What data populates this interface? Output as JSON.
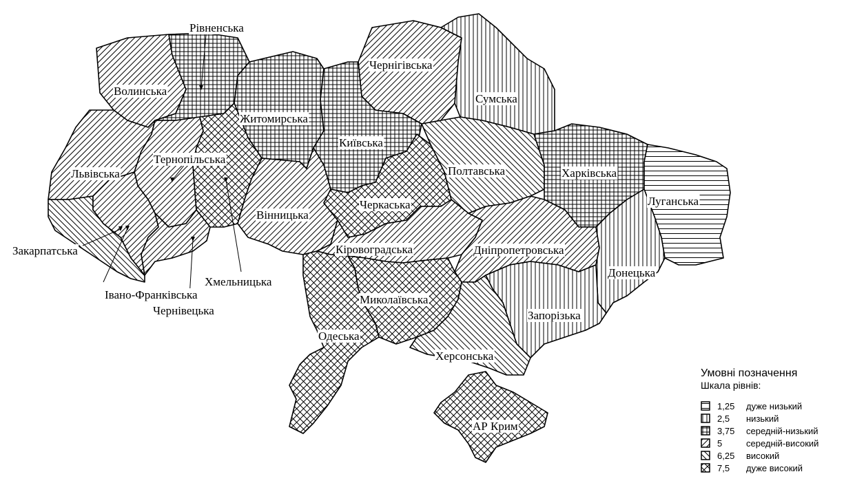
{
  "map": {
    "regions": [
      {
        "name": "Волинська",
        "level": 5
      },
      {
        "name": "Рівненська",
        "level": 3.75
      },
      {
        "name": "Житомирська",
        "level": 3.75
      },
      {
        "name": "Чернігівська",
        "level": 5
      },
      {
        "name": "Сумська",
        "level": 2.5
      },
      {
        "name": "Київська",
        "level": 3.75
      },
      {
        "name": "Львівська",
        "level": 5
      },
      {
        "name": "Тернопільська",
        "level": 5
      },
      {
        "name": "Хмельницька",
        "level": 7.5
      },
      {
        "name": "Вінницька",
        "level": 5
      },
      {
        "name": "Черкаська",
        "level": 7.5
      },
      {
        "name": "Полтавська",
        "level": 6.25
      },
      {
        "name": "Харківська",
        "level": 3.75
      },
      {
        "name": "Луганська",
        "level": 1.25
      },
      {
        "name": "Закарпатська",
        "level": 6.25
      },
      {
        "name": "Івано-Франківська",
        "level": 5
      },
      {
        "name": "Чернівецька",
        "level": 5
      },
      {
        "name": "Кіровоградська",
        "level": 5
      },
      {
        "name": "Дніпропетровська",
        "level": 5
      },
      {
        "name": "Донецька",
        "level": 2.5
      },
      {
        "name": "Одеська",
        "level": 7.5
      },
      {
        "name": "Миколаївська",
        "level": 7.5
      },
      {
        "name": "Запорізька",
        "level": 2.5
      },
      {
        "name": "Херсонська",
        "level": 6.25
      },
      {
        "name": "АР Крим",
        "level": 7.5
      }
    ]
  },
  "legend": {
    "title": "Умовні позначення",
    "subtitle": "Шкала рівнів:",
    "items": [
      {
        "value": "1,25",
        "label": "дуже низький",
        "pattern": "horizontal"
      },
      {
        "value": "2,5",
        "label": "низький",
        "pattern": "vertical"
      },
      {
        "value": "3,75",
        "label": "середній-низький",
        "pattern": "grid"
      },
      {
        "value": "5",
        "label": "середній-високий",
        "pattern": "diag-right"
      },
      {
        "value": "6,25",
        "label": "високий",
        "pattern": "diag-left"
      },
      {
        "value": "7,5",
        "label": "дуже високий",
        "pattern": "crosshatch"
      }
    ]
  },
  "colors": {
    "ink": "#000000",
    "background": "#ffffff"
  }
}
